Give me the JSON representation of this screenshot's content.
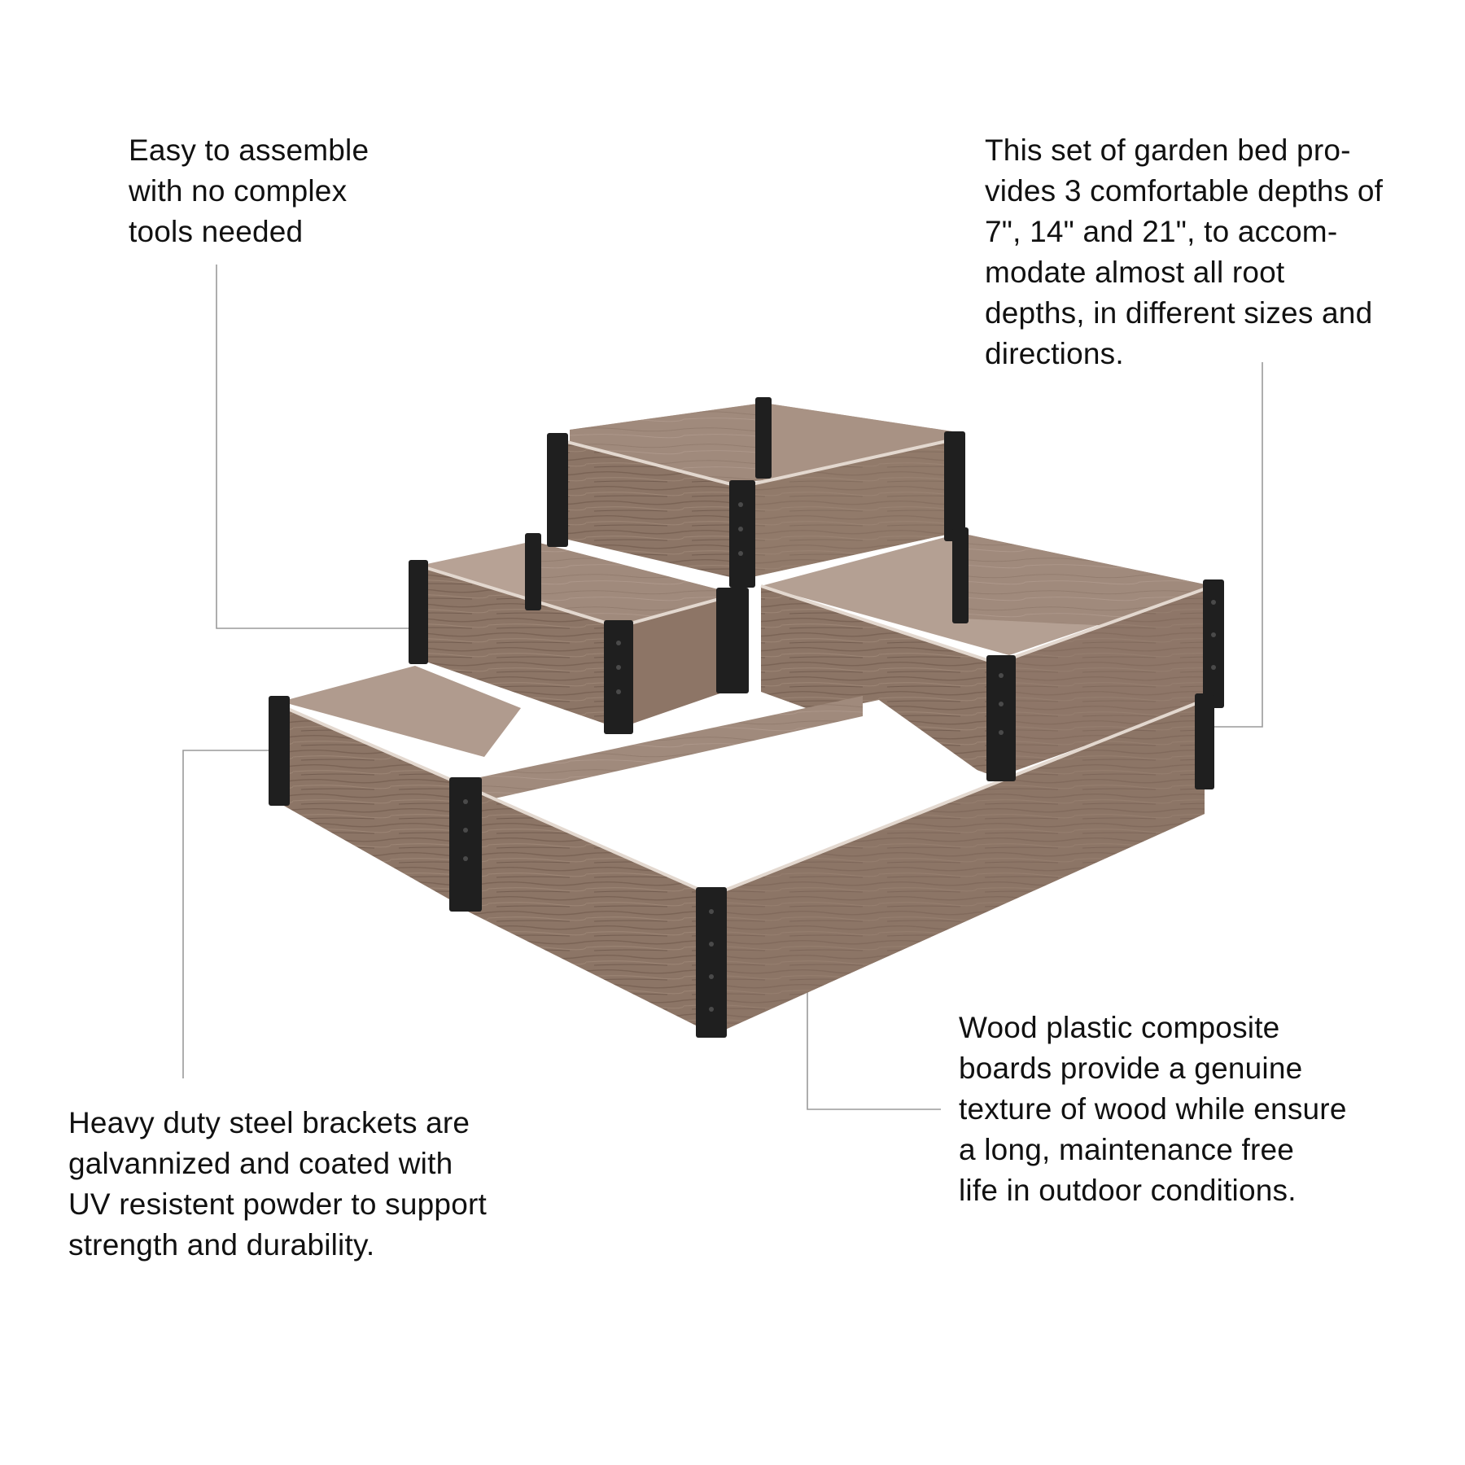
{
  "callouts": {
    "assembly": {
      "lines": [
        "Easy to assemble",
        "with no complex",
        "tools needed"
      ]
    },
    "depths": {
      "lines": [
        "This set of garden bed pro-",
        "vides 3 comfortable depths of",
        "7\", 14\" and 21\", to accom-",
        "modate almost all root",
        "depths, in different sizes and",
        "directions."
      ]
    },
    "brackets": {
      "lines": [
        "Heavy duty steel brackets are",
        "galvannized and coated with",
        "UV resistent powder to support",
        "strength and durability."
      ]
    },
    "wpc": {
      "lines": [
        "Wood plastic composite",
        "boards provide a genuine",
        "texture of wood while ensure",
        "a long, maintenance free",
        "life in outdoor conditions."
      ]
    }
  },
  "colors": {
    "background": "#ffffff",
    "text": "#111111",
    "leader_line": "#9a9a9a",
    "board_face": "#8c7566",
    "board_inner": "#a08a7c",
    "board_dark": "#6f5a4d",
    "board_top": "#d9ccc2",
    "bracket": "#1f1f1f",
    "bracket_highlight": "#3a3a3a"
  },
  "product": {
    "image": "three-tier-raised-garden-bed"
  }
}
